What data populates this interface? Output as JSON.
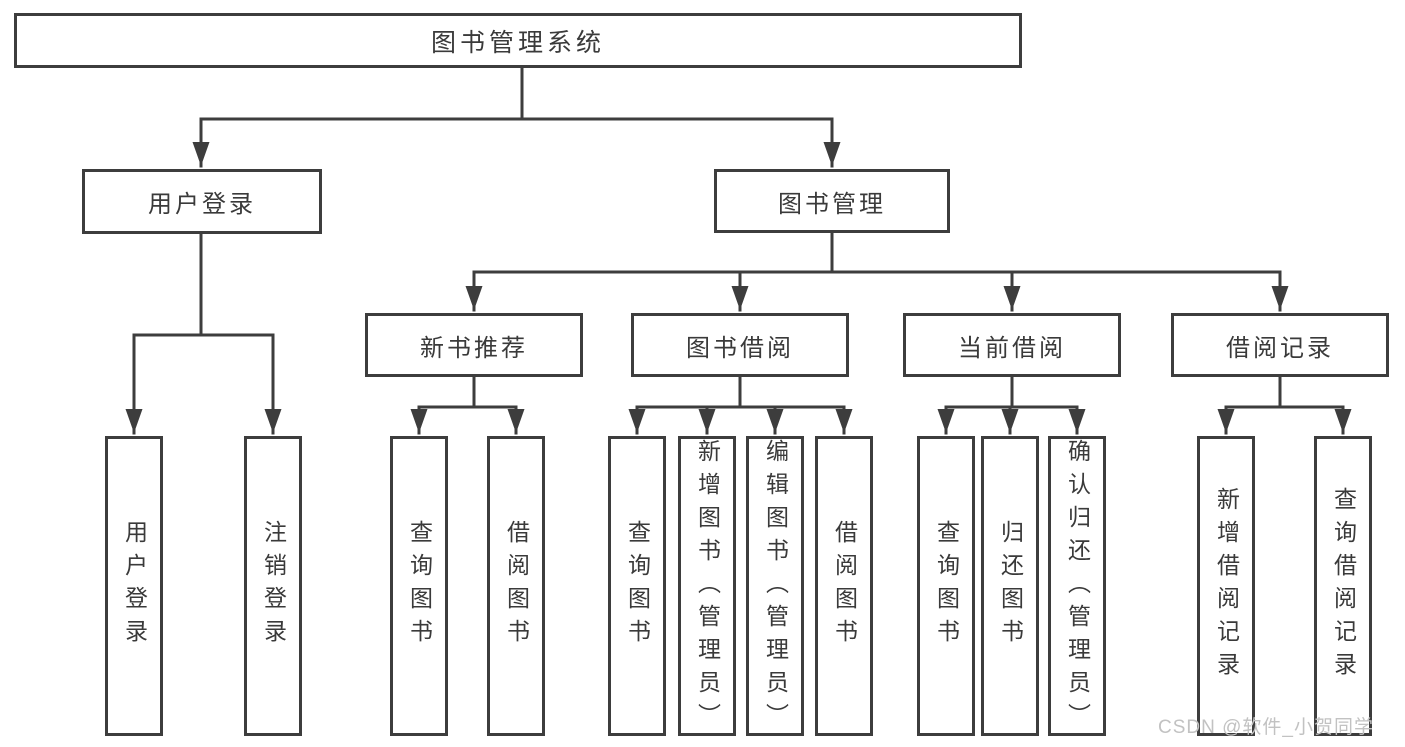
{
  "tree": {
    "root": {
      "label": "图书管理系统"
    },
    "branches": [
      {
        "label": "用户登录",
        "children": [
          {
            "label": "用户登录"
          },
          {
            "label": "注销登录"
          }
        ]
      },
      {
        "label": "图书管理",
        "children": [
          {
            "label": "新书推荐",
            "children": [
              {
                "label": "查询图书"
              },
              {
                "label": "借阅图书"
              }
            ]
          },
          {
            "label": "图书借阅",
            "children": [
              {
                "label": "查询图书"
              },
              {
                "label": "新增图书（管理员）"
              },
              {
                "label": "编辑图书（管理员）"
              },
              {
                "label": "借阅图书"
              }
            ]
          },
          {
            "label": "当前借阅",
            "children": [
              {
                "label": "查询图书"
              },
              {
                "label": "归还图书"
              },
              {
                "label": "确认归还（管理员）"
              }
            ]
          },
          {
            "label": "借阅记录",
            "children": [
              {
                "label": "新增借阅记录"
              },
              {
                "label": "查询借阅记录"
              }
            ]
          }
        ]
      }
    ]
  },
  "watermark": "CSDN @软件_小贺同学",
  "colors": {
    "line": "#3d3d3d",
    "text": "#3a3a3a",
    "background": "#ffffff",
    "watermark": "#c2c2c2"
  }
}
